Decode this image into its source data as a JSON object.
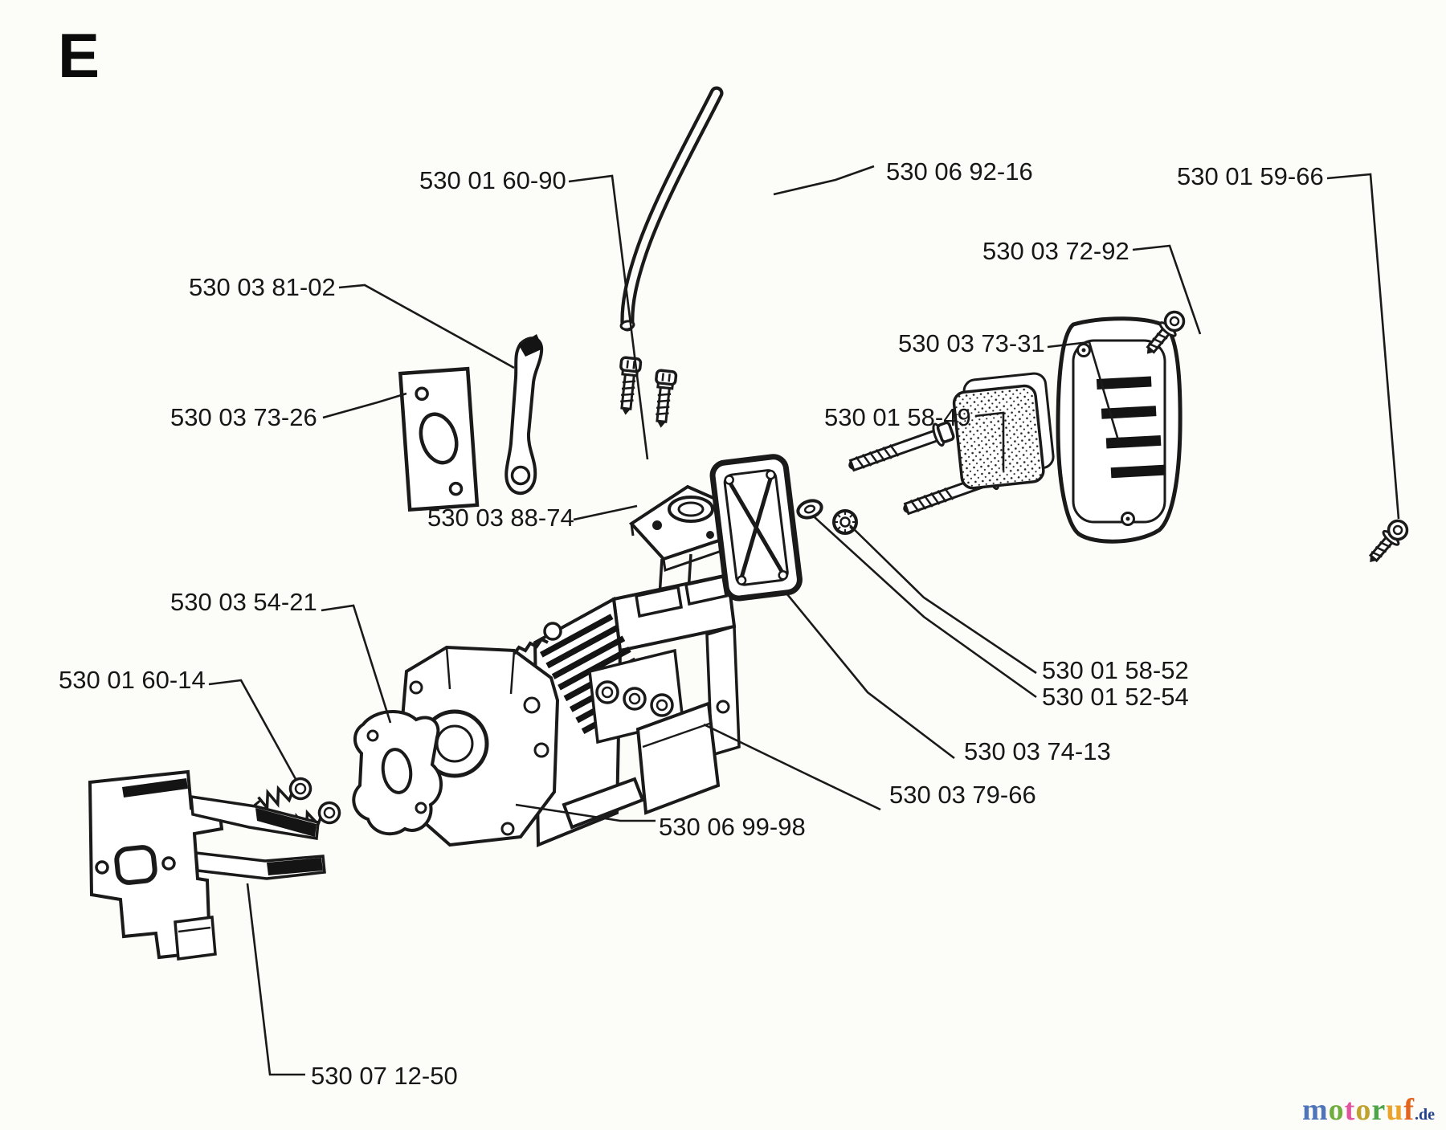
{
  "page": {
    "section_letter": "E",
    "background": "#fcfdf9",
    "ink": "#1a1a1a"
  },
  "labels": {
    "clamp_screws": "530 01 60-90",
    "fuel_line": "530 06 92-16",
    "cover_screws": "530 01 59-66",
    "throttle_lever": "530 03 81-02",
    "air_filter_cover": "530 03 72-92",
    "air_filter_element": "530 03 73-31",
    "inlet_gasket": "530 03 73-26",
    "long_bolts": "530 01 58-49",
    "intake_clamp": "530 03 88-74",
    "carburetor_gasket": "530 03 54-21",
    "mount_screws": "530 01 60-14",
    "nut": "530 01 58-52",
    "washer": "530 01 52-54",
    "filter_frame_gasket": "530 03 74-13",
    "filter_housing": "530 03 79-66",
    "carburetor": "530 06 99-98",
    "engine_bracket": "530 07 12-50"
  },
  "watermark": {
    "letters": [
      {
        "ch": "m",
        "color": "#4f74b8"
      },
      {
        "ch": "o",
        "color": "#6fae3e"
      },
      {
        "ch": "t",
        "color": "#e0559f"
      },
      {
        "ch": "o",
        "color": "#bfa32e"
      },
      {
        "ch": "r",
        "color": "#4da449"
      },
      {
        "ch": "u",
        "color": "#eca32b"
      },
      {
        "ch": "f",
        "color": "#e2641e"
      }
    ],
    "suffix": {
      "text": ".de",
      "color": "#23418f"
    }
  }
}
